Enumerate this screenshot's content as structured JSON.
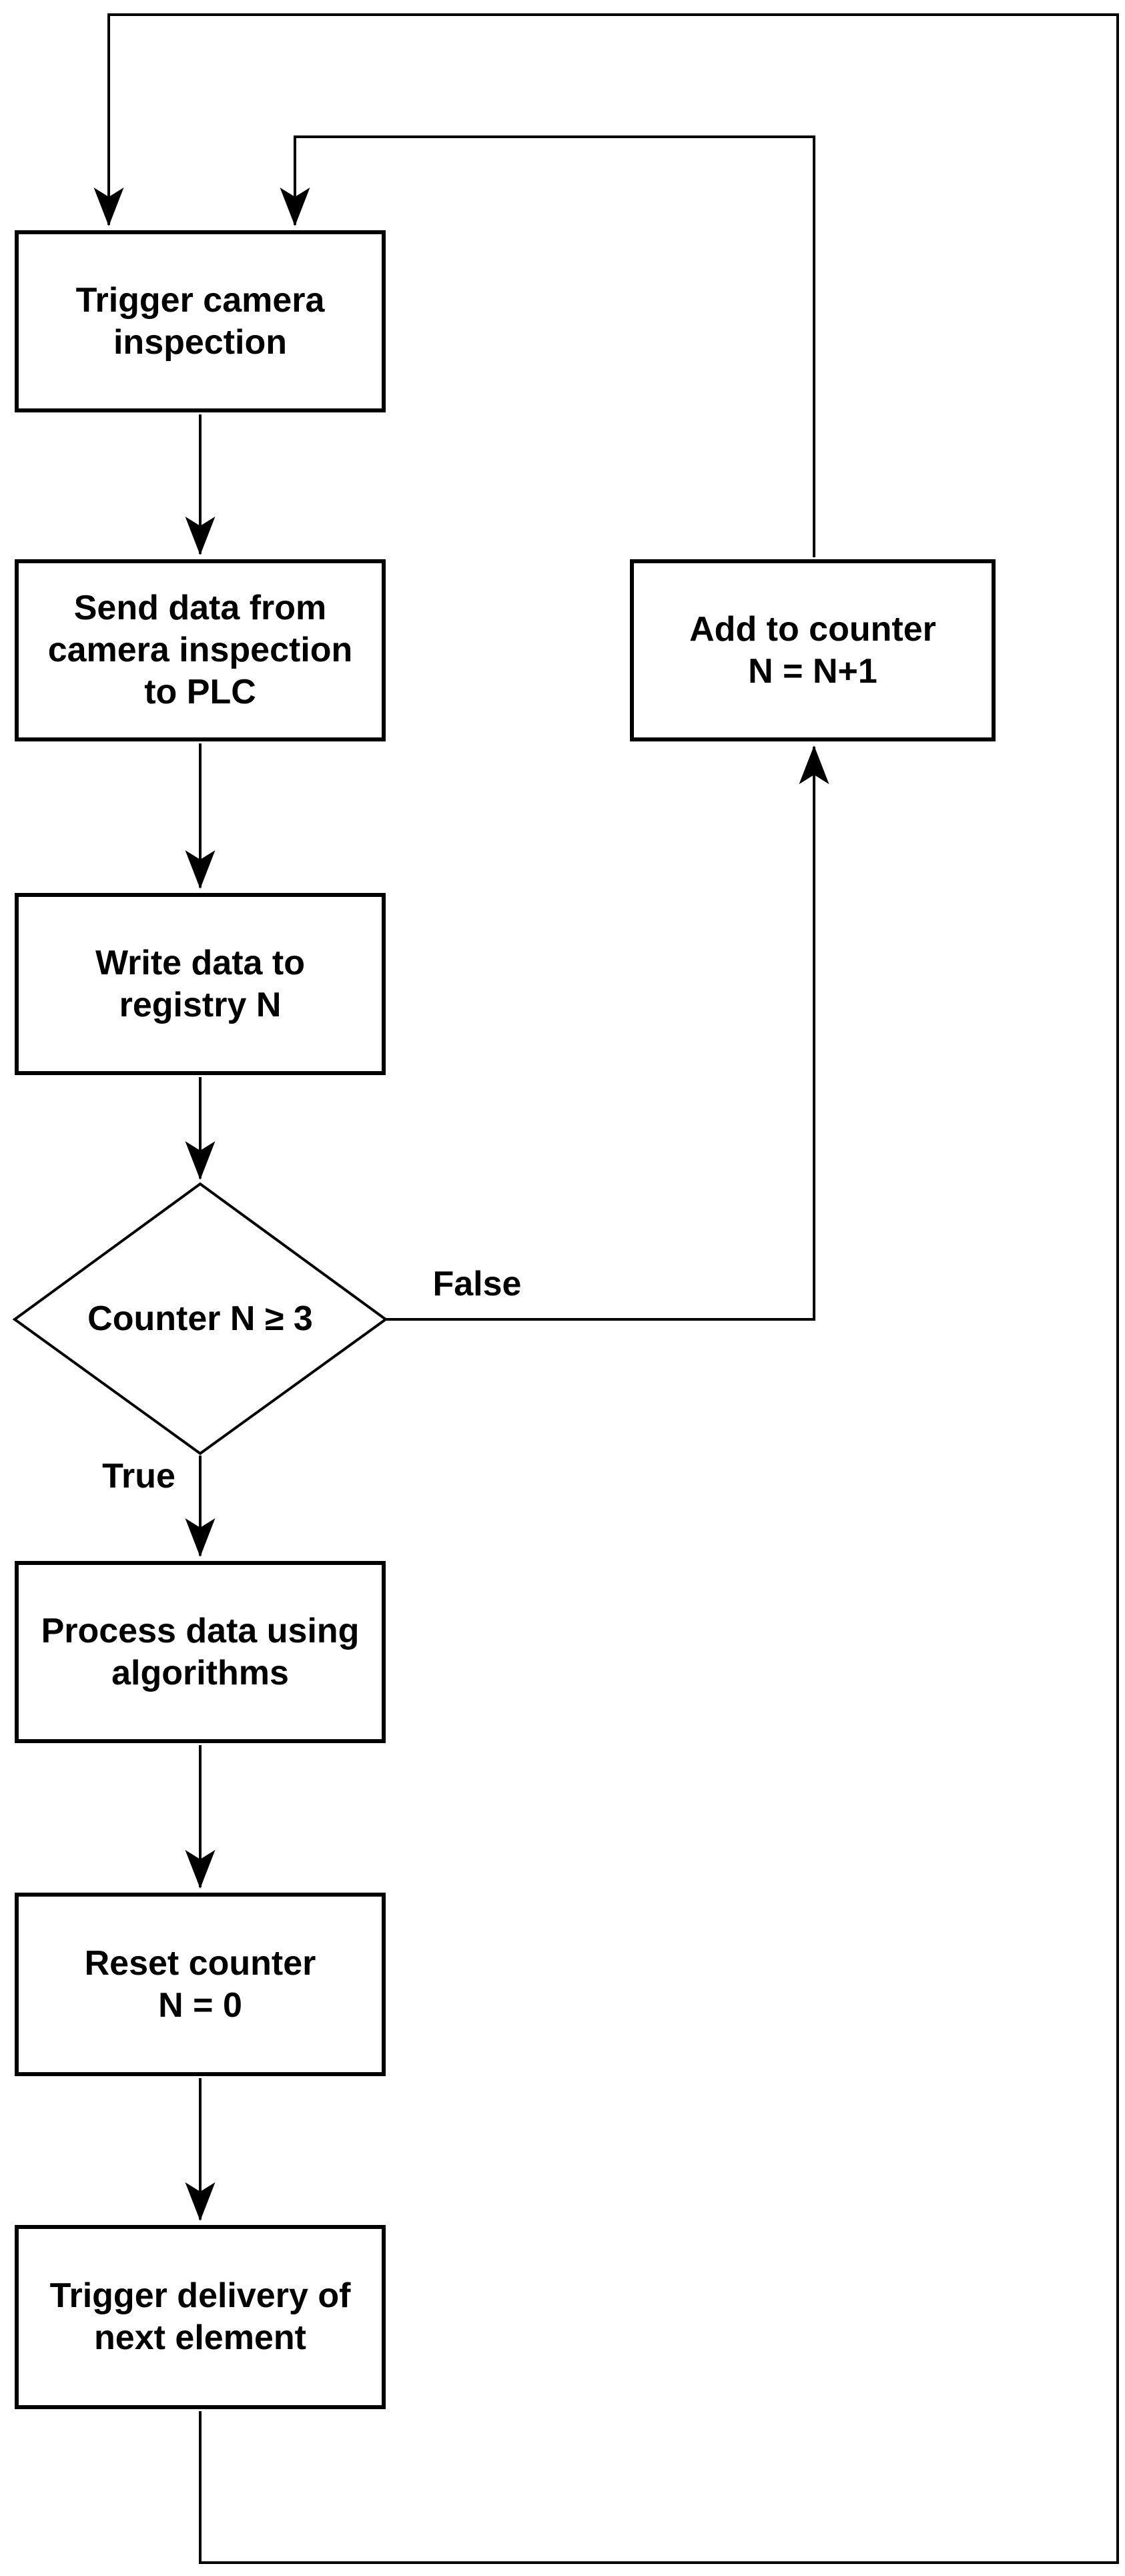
{
  "diagram": {
    "type": "flowchart",
    "background_color": "#ffffff",
    "stroke_color": "#000000",
    "text_color": "#000000",
    "nodes": {
      "trigger_camera": {
        "shape": "process",
        "lines": [
          "Trigger camera",
          "inspection"
        ]
      },
      "send_data": {
        "shape": "process",
        "lines": [
          "Send data from",
          "camera inspection",
          "to PLC"
        ]
      },
      "write_data": {
        "shape": "process",
        "lines": [
          "Write data to",
          "registry N"
        ]
      },
      "add_counter": {
        "shape": "process",
        "lines": [
          "Add to counter",
          "N = N+1"
        ]
      },
      "decision": {
        "shape": "decision",
        "label": "Counter N ≥ 3"
      },
      "process_data": {
        "shape": "process",
        "lines": [
          "Process data using",
          "algorithms"
        ]
      },
      "reset_counter": {
        "shape": "process",
        "lines": [
          "Reset counter",
          "N = 0"
        ]
      },
      "trigger_delivery": {
        "shape": "process",
        "lines": [
          "Trigger delivery of",
          "next element"
        ]
      }
    },
    "edge_labels": {
      "false_label": "False",
      "true_label": "True"
    },
    "edges": [
      {
        "from": "trigger_camera",
        "to": "send_data",
        "label": ""
      },
      {
        "from": "send_data",
        "to": "write_data",
        "label": ""
      },
      {
        "from": "write_data",
        "to": "decision",
        "label": ""
      },
      {
        "from": "decision",
        "to": "add_counter",
        "label": "False"
      },
      {
        "from": "add_counter",
        "to": "trigger_camera",
        "label": ""
      },
      {
        "from": "decision",
        "to": "process_data",
        "label": "True"
      },
      {
        "from": "process_data",
        "to": "reset_counter",
        "label": ""
      },
      {
        "from": "reset_counter",
        "to": "trigger_delivery",
        "label": ""
      },
      {
        "from": "trigger_delivery",
        "to": "trigger_camera",
        "label": ""
      }
    ]
  }
}
